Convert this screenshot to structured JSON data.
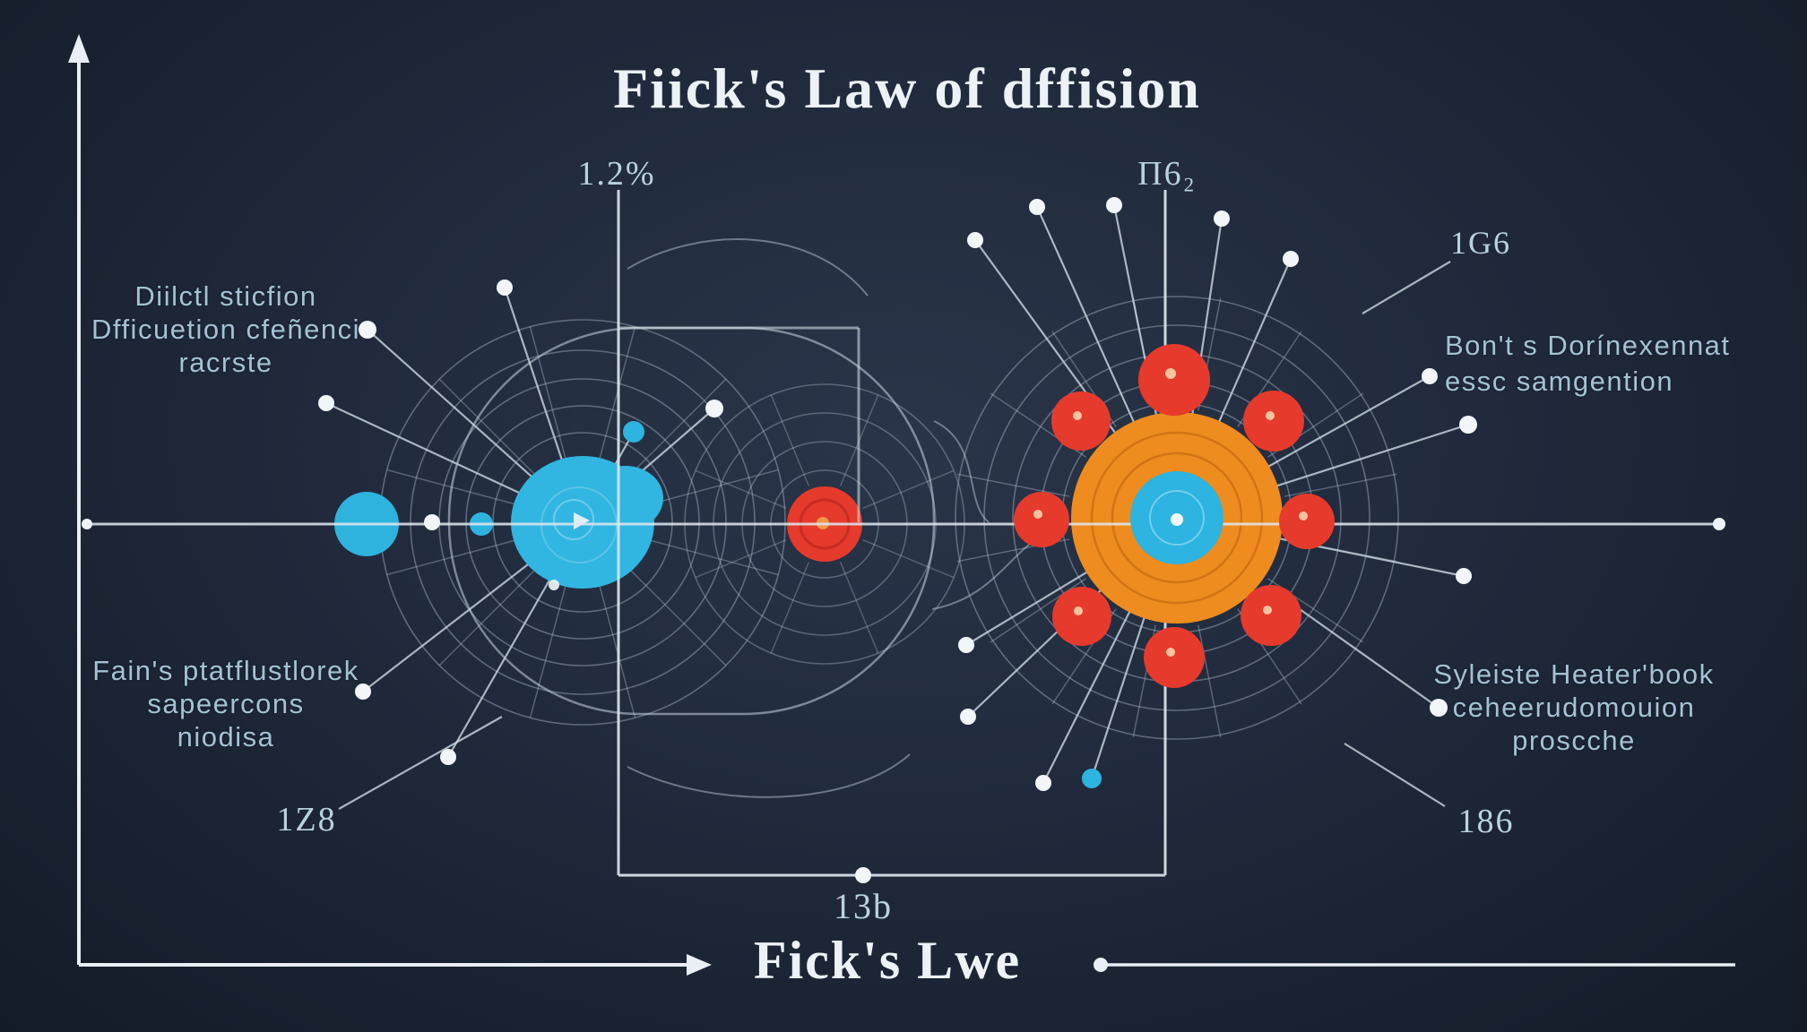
{
  "title": "Fiick's Law of dffision",
  "bottom_title": "Fick's Lwe",
  "measurements": {
    "top_left": "1.2%",
    "top_right": "Π6₂",
    "right_upper": "1G6",
    "left_lower": "1Z8",
    "right_lower": "186",
    "bottom_center": "13b"
  },
  "labels": {
    "left_upper": {
      "line1": "Diilctl sticfion",
      "line2": "Dfficuetion cfeñenci",
      "line3": "racrste"
    },
    "right_upper": {
      "line1": "Bon't s Dorínexennat",
      "line2": "essc samgention"
    },
    "left_lower": {
      "line1": "Fain's ptatflustlorek",
      "line2": "sapeercons",
      "line3": "niodisa"
    },
    "right_lower": {
      "line1": "Syleiste Heater'book",
      "line2": "ceheerudomouion",
      "line3": "proscche"
    }
  },
  "colors": {
    "background": "#1f2939",
    "accent_cyan": "#2db4e0",
    "accent_red": "#e63a2c",
    "accent_orange": "#ee8c1f",
    "line": "#cdd9e3",
    "label_text": "#a4c2d4",
    "title_text": "#edf2f6"
  }
}
